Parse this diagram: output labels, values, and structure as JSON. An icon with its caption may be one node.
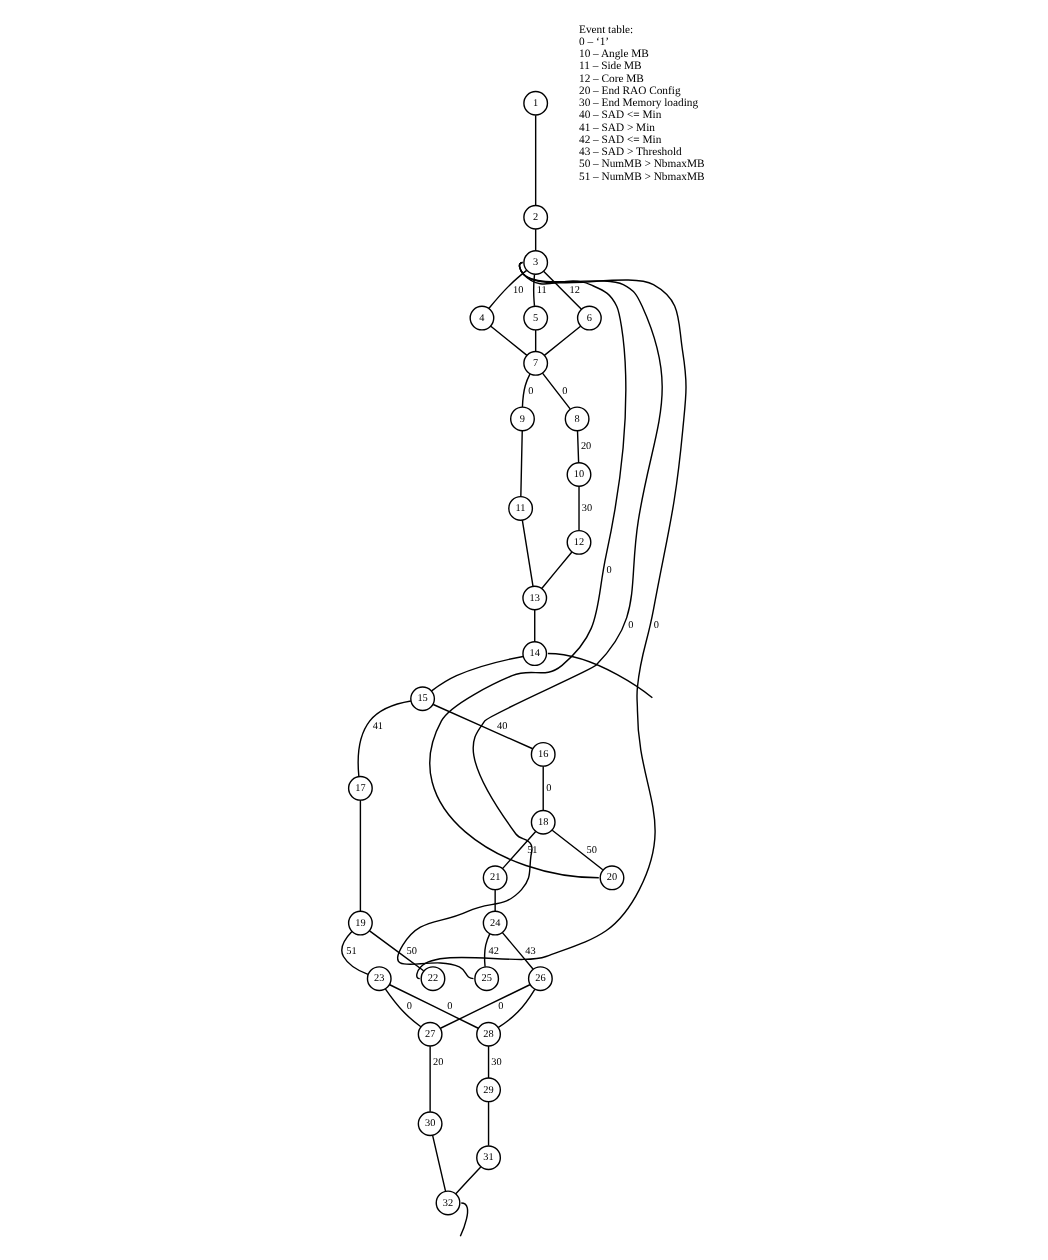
{
  "diagram": {
    "nodes": [
      {
        "text": [
          "1"
        ]
      },
      {
        "text": [
          "2"
        ]
      },
      {
        "text": [
          "3"
        ]
      },
      {
        "text": [
          "4"
        ]
      },
      {
        "text": [
          "5"
        ]
      },
      {
        "text": [
          "6"
        ]
      },
      {
        "text": [
          "7"
        ]
      },
      {
        "text": [
          "8"
        ]
      },
      {
        "text": [
          "9"
        ]
      },
      {
        "text": [
          "10"
        ]
      },
      {
        "text": [
          "11"
        ]
      },
      {
        "text": [
          "12"
        ]
      },
      {
        "text": [
          "13"
        ]
      },
      {
        "text": [
          "14"
        ]
      },
      {
        "text": [
          "15"
        ]
      },
      {
        "text": [
          "16"
        ]
      },
      {
        "text": [
          "17"
        ]
      },
      {
        "text": [
          "18"
        ]
      },
      {
        "text": [
          "19"
        ]
      },
      {
        "text": [
          "20"
        ]
      },
      {
        "text": [
          "21"
        ]
      },
      {
        "text": [
          "22"
        ]
      },
      {
        "text": [
          "23"
        ]
      },
      {
        "text": [
          "24"
        ]
      },
      {
        "text": [
          "25"
        ]
      },
      {
        "text": [
          "26"
        ]
      },
      {
        "text": [
          "27"
        ]
      },
      {
        "text": [
          "28"
        ]
      },
      {
        "text": [
          "29"
        ]
      },
      {
        "text": [
          "30"
        ]
      },
      {
        "text": [
          "31"
        ]
      },
      {
        "text": [
          "32"
        ]
      }
    ],
    "edges": [
      {
        "from": 0,
        "to": 1,
        "arrow": "none"
      },
      {
        "from": 1,
        "to": 2,
        "arrow": "none"
      },
      {
        "from": 2,
        "to": 3,
        "arrow": "none",
        "label": "10"
      },
      {
        "from": 2,
        "to": 4,
        "arrow": "none",
        "label": "11"
      },
      {
        "from": 2,
        "to": 5,
        "arrow": "none",
        "label": "12"
      },
      {
        "from": 3,
        "to": 6,
        "arrow": "none"
      },
      {
        "from": 4,
        "to": 6,
        "arrow": "none"
      },
      {
        "from": 5,
        "to": 6,
        "arrow": "none"
      },
      {
        "from": 6,
        "to": 7,
        "arrow": "none",
        "label": "0"
      },
      {
        "from": 6,
        "to": 8,
        "arrow": "none",
        "label": "0"
      },
      {
        "from": 7,
        "to": 9,
        "arrow": "none",
        "label": "20"
      },
      {
        "from": 9,
        "to": 11,
        "arrow": "none",
        "label": "30"
      },
      {
        "from": 8,
        "to": 10,
        "arrow": "none"
      },
      {
        "from": 11,
        "to": 12,
        "arrow": "none"
      },
      {
        "from": 10,
        "to": 12,
        "arrow": "none"
      },
      {
        "from": 12,
        "to": 13,
        "arrow": "none"
      },
      {
        "from": 13,
        "to": 14,
        "arrow": "none"
      },
      {
        "from": 14,
        "to": 15,
        "arrow": "none",
        "label": "40"
      },
      {
        "from": 14,
        "to": 16,
        "arrow": "none",
        "label": "41"
      },
      {
        "from": 15,
        "to": 17,
        "arrow": "none",
        "label": "0"
      },
      {
        "from": 16,
        "to": 18,
        "arrow": "none"
      },
      {
        "from": 17,
        "to": 19,
        "arrow": "none",
        "label": "50"
      },
      {
        "from": 17,
        "to": 20,
        "arrow": "none",
        "label": "51"
      },
      {
        "from": 20,
        "to": 23,
        "arrow": "none"
      },
      {
        "from": 23,
        "to": 24,
        "arrow": "none",
        "label": "42"
      },
      {
        "from": 23,
        "to": 25,
        "arrow": "none",
        "label": "43"
      },
      {
        "from": 18,
        "to": 21,
        "arrow": "none",
        "label": "50"
      },
      {
        "from": 18,
        "to": 22,
        "arrow": "none",
        "label": "51"
      },
      {
        "from": 22,
        "to": 26,
        "arrow": "none",
        "label": "0"
      },
      {
        "from": 22,
        "to": 27,
        "arrow": "none",
        "label": "0"
      },
      {
        "from": 26,
        "to": 29,
        "arrow": "none",
        "label": "20"
      },
      {
        "from": 27,
        "to": 28,
        "arrow": "none",
        "label": "30"
      },
      {
        "from": 28,
        "to": 30,
        "arrow": "none"
      },
      {
        "from": 29,
        "to": 31,
        "arrow": "none"
      },
      {
        "from": 30,
        "to": 31,
        "arrow": "none"
      },
      {
        "from": 19,
        "to": 2,
        "arrow": "none",
        "label": "0"
      },
      {
        "from": 24,
        "to": 2,
        "arrow": "none",
        "label": "0"
      },
      {
        "from": 21,
        "to": 2,
        "arrow": "none",
        "label": "0"
      },
      {
        "from": 25,
        "to": 26,
        "arrow": "none",
        "label": "0"
      },
      {
        "from": 25,
        "to": 27,
        "arrow": "none"
      },
      {
        "from": 13,
        "to": null,
        "arrow": "none"
      },
      {
        "from": 31,
        "to": null,
        "arrow": "none"
      }
    ],
    "labels": [
      "Event table:",
      "0 – ‘1’",
      "10 – Angle MB",
      "11 – Side MB",
      "12 – Core MB",
      "20 – End RAO Config",
      "30 – End Memory loading",
      "40 – SAD <= Min",
      "41 – SAD > Min",
      "42 – SAD <= Min",
      "43 – SAD > Threshold",
      "50 – NumMB > NbmaxMB",
      "51 – NumMB > NbmaxMB"
    ]
  }
}
